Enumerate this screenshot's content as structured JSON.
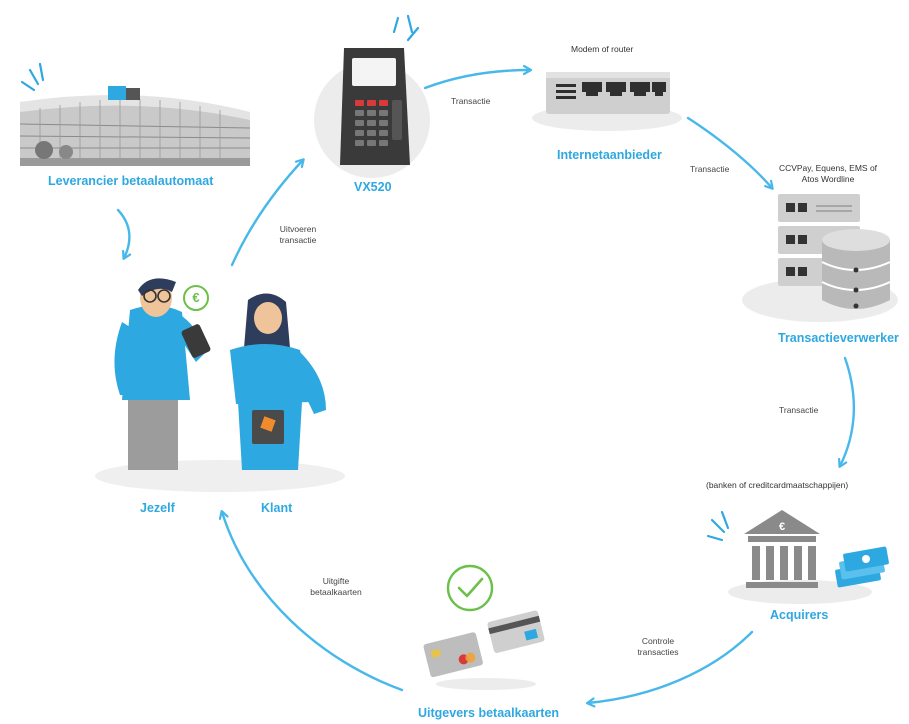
{
  "colors": {
    "accent": "#2ea8e0",
    "arrow": "#48b8ea",
    "green": "#6cc04a",
    "gray_light": "#e9e9e9",
    "gray_mid": "#b9b9b9",
    "gray_dark": "#3d3d3d",
    "orange": "#f08c2e"
  },
  "nodes": {
    "leverancier": "Leverancier betaalautomaat",
    "vx520": "VX520",
    "internet": "Internetaanbieder",
    "verwerker": "Transactieverwerker",
    "acquirers": "Acquirers",
    "uitgevers": "Uitgevers betaalkaarten",
    "jezelf": "Jezelf",
    "klant": "Klant"
  },
  "notes": {
    "modem": "Modem of router",
    "processors_line1": "CCVPay, Equens, EMS of",
    "processors_line2": "Atos Wordline",
    "banks": "(banken of creditcardmaatschappijen)"
  },
  "edges": {
    "uitvoeren_line1": "Uitvoeren",
    "uitvoeren_line2": "transactie",
    "transactie_1": "Transactie",
    "transactie_2": "Transactie",
    "transactie_3": "Transactie",
    "controle_line1": "Controle",
    "controle_line2": "transacties",
    "uitgifte_line1": "Uitgifte",
    "uitgifte_line2": "betaalkaarten"
  },
  "icons": {
    "euro_badge": "€",
    "bank_symbol": "€",
    "check": "check-circle-icon"
  }
}
